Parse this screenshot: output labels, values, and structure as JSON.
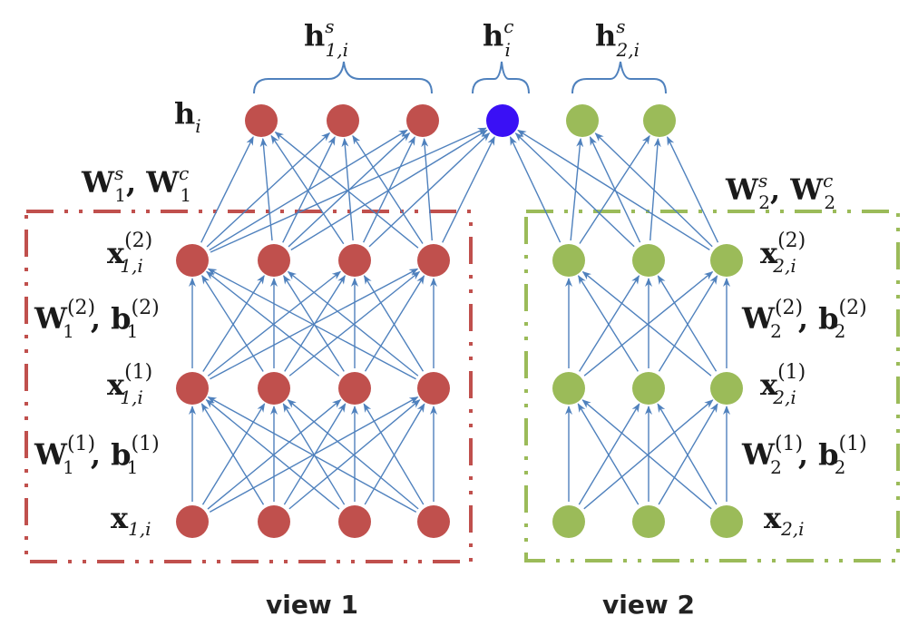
{
  "colors": {
    "view1_node": "#c0504d",
    "view2_node": "#9bbb59",
    "common_node": "#3a10f5",
    "edge": "#4f81bd",
    "view1_box": "#c0504d",
    "view2_box": "#9bbb59",
    "text": "#1a1a1a"
  },
  "labels": {
    "h_i": {
      "base": "h",
      "sub": "i",
      "sup": ""
    },
    "h_s1": {
      "base": "h",
      "sub": "1,i",
      "sup": "s"
    },
    "h_c": {
      "base": "h",
      "sub": "i",
      "sup": "c"
    },
    "h_s2": {
      "base": "h",
      "sub": "2,i",
      "sup": "s"
    },
    "w1_top": {
      "a_base": "W",
      "a_sup": "s",
      "a_sub": "1",
      "b_base": "W",
      "b_sup": "c",
      "b_sub": "1"
    },
    "w2_top": {
      "a_base": "W",
      "a_sup": "s",
      "a_sub": "2",
      "b_base": "W",
      "b_sup": "c",
      "b_sub": "2"
    },
    "x1_2": {
      "base": "x",
      "sub": "1,i",
      "sup": "(2)"
    },
    "x1_1": {
      "base": "x",
      "sub": "1,i",
      "sup": "(1)"
    },
    "x1_0": {
      "base": "x",
      "sub": "1,i",
      "sup": ""
    },
    "x2_2": {
      "base": "x",
      "sub": "2,i",
      "sup": "(2)"
    },
    "x2_1": {
      "base": "x",
      "sub": "2,i",
      "sup": "(1)"
    },
    "x2_0": {
      "base": "x",
      "sub": "2,i",
      "sup": ""
    },
    "w1_2": {
      "a_base": "W",
      "a_sup": "(2)",
      "a_sub": "1",
      "b_base": "b",
      "b_sup": "(2)",
      "b_sub": "1"
    },
    "w1_1": {
      "a_base": "W",
      "a_sup": "(1)",
      "a_sub": "1",
      "b_base": "b",
      "b_sup": "(1)",
      "b_sub": "1"
    },
    "w2_2": {
      "a_base": "W",
      "a_sup": "(2)",
      "a_sub": "2",
      "b_base": "b",
      "b_sup": "(2)",
      "b_sub": "2"
    },
    "w2_1": {
      "a_base": "W",
      "a_sup": "(1)",
      "a_sub": "2",
      "b_base": "b",
      "b_sup": "(1)",
      "b_sub": "2"
    },
    "view1": "view 1",
    "view2": "view 2"
  },
  "network": {
    "view1_layer_sizes": [
      4,
      4,
      4
    ],
    "view2_layer_sizes": [
      3,
      3,
      3
    ],
    "shared_layer": {
      "view1_specific": 3,
      "common": 1,
      "view2_specific": 2
    }
  }
}
